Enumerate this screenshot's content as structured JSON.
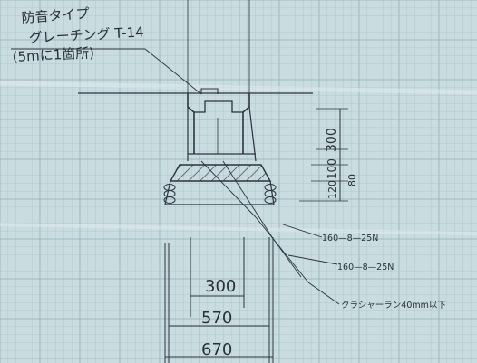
{
  "annotation": {
    "line1": "防音タイプ",
    "line2": "グレーチング T-14",
    "line3": "(5mに1箇所)"
  },
  "vertical_dims": [
    "300",
    "100",
    "120",
    "80"
  ],
  "rebar_labels": [
    "160—8—25N",
    "160—8—25N"
  ],
  "crusher_label": "クラシャーラン40mm以下",
  "width_dims": [
    "300",
    "570",
    "670"
  ],
  "colors": {
    "paper": "#c9dde0",
    "grid_minor": "#a9c3c8",
    "grid_major": "#8fb0b6",
    "ink": "#2d3240",
    "hatch": "#3a3f50",
    "fold": "#dfeaec"
  }
}
